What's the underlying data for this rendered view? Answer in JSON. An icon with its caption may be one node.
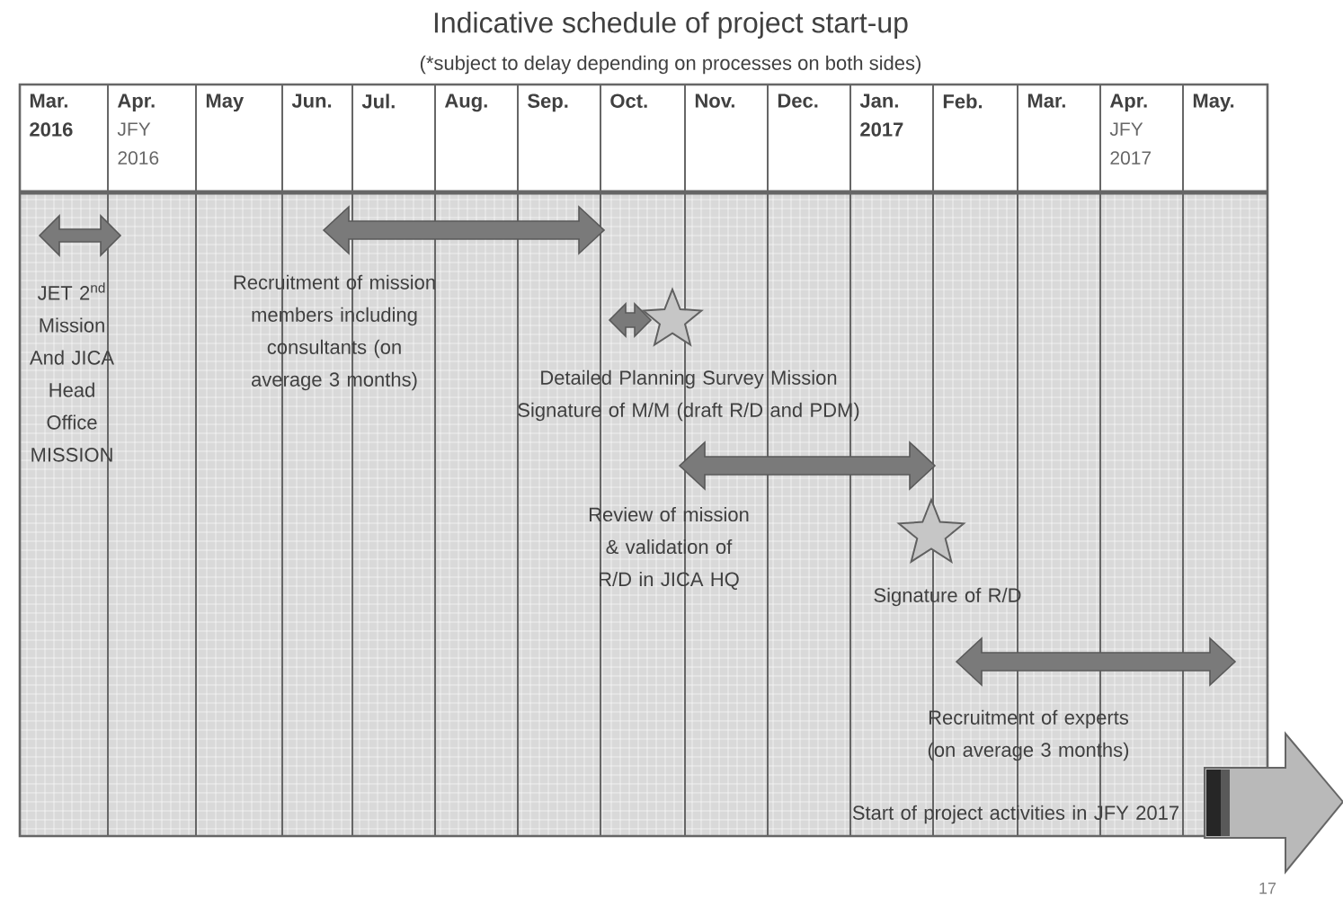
{
  "diagram": {
    "title": "Indicative schedule of project start-up",
    "caption": "(*subject to delay depending on processes on both sides)",
    "labels": [
      "Mar. 2016",
      "Apr.",
      "JFY 2016",
      "May",
      "Jun.",
      "Jul.",
      "Aug.",
      "Sep.",
      "Oct.",
      "Nov.",
      "Dec.",
      "Jan. 2017",
      "Feb.",
      "Mar.",
      "Apr.",
      "JFY 2017",
      "May.",
      "JET 2$^{nd}$ Mission And JICA Head Office MISSION",
      "Recruitment of mission members including consultants (on average 3 months)",
      "Detailed Planning Survey Mission",
      "Signature of M/M (draft R/D and PDM)",
      "Review of mission & validation of R/D in JICA HQ",
      "Signature of R/D",
      "Recruitment of experts (on average 3 months)",
      "Start of project activities in JFY 2017",
      "17"
    ]
  }
}
